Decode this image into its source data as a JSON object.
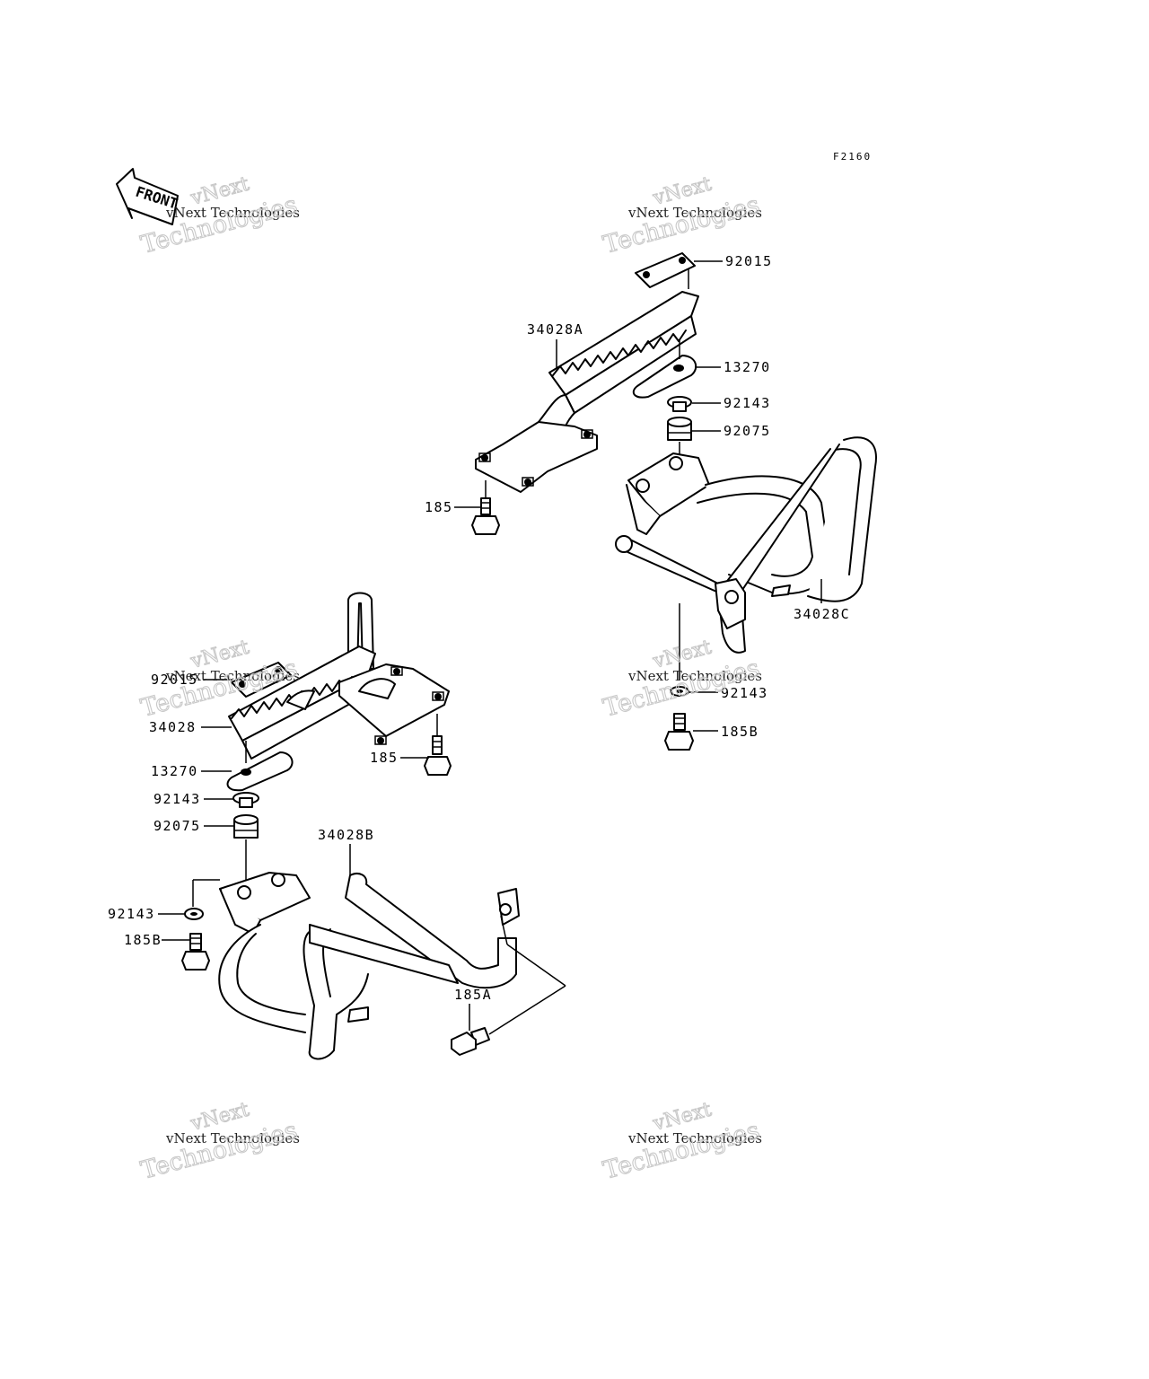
{
  "diagram": {
    "code": "F2160",
    "front_label": "FRONT",
    "watermark": {
      "line1": "vNext Technologies",
      "line2": "vNext",
      "line3": "Technologies"
    },
    "parts": [
      {
        "id": "p-92015-a",
        "label": "92015"
      },
      {
        "id": "p-34028a",
        "label": "34028A"
      },
      {
        "id": "p-13270-a",
        "label": "13270"
      },
      {
        "id": "p-92143-a",
        "label": "92143"
      },
      {
        "id": "p-92075-a",
        "label": "92075"
      },
      {
        "id": "p-185-a",
        "label": "185"
      },
      {
        "id": "p-34028c",
        "label": "34028C"
      },
      {
        "id": "p-92143-b",
        "label": "92143"
      },
      {
        "id": "p-185b-a",
        "label": "185B"
      },
      {
        "id": "p-92015-b",
        "label": "92015"
      },
      {
        "id": "p-34028",
        "label": "34028"
      },
      {
        "id": "p-185-b",
        "label": "185"
      },
      {
        "id": "p-13270-b",
        "label": "13270"
      },
      {
        "id": "p-92143-c",
        "label": "92143"
      },
      {
        "id": "p-92075-b",
        "label": "92075"
      },
      {
        "id": "p-34028b",
        "label": "34028B"
      },
      {
        "id": "p-92143-d",
        "label": "92143"
      },
      {
        "id": "p-185b-b",
        "label": "185B"
      },
      {
        "id": "p-185a",
        "label": "185A"
      }
    ]
  }
}
